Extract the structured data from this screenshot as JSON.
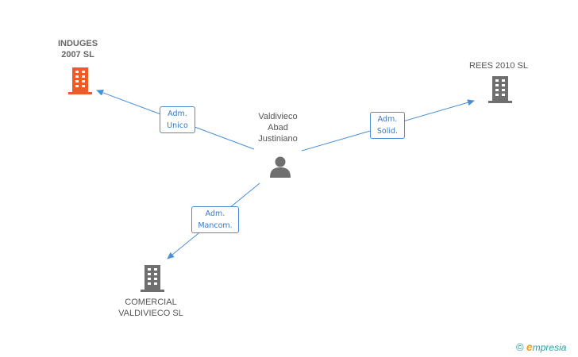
{
  "nodes": {
    "center": {
      "name": "Valdivieco\nAbad\nJustiniano",
      "icon": "person-icon"
    },
    "induges": {
      "name": "INDUGES\n2007 SL",
      "icon": "building-icon",
      "color": "#f05a28"
    },
    "rees": {
      "name": "REES 2010 SL",
      "icon": "building-icon",
      "color": "#6f6f6f"
    },
    "comercial": {
      "name": "COMERCIAL\nVALDIVIECO SL",
      "icon": "building-icon",
      "color": "#6f6f6f"
    }
  },
  "edges": {
    "induges": "Adm.\nUnico",
    "rees": "Adm.\nSolid.",
    "comercial": "Adm.\nMancom."
  },
  "colors": {
    "edge": "#4a8fd6",
    "person": "#6f6f6f"
  },
  "watermark": {
    "copyright": "©",
    "brand_e": "e",
    "brand_rest": "mpresia"
  }
}
